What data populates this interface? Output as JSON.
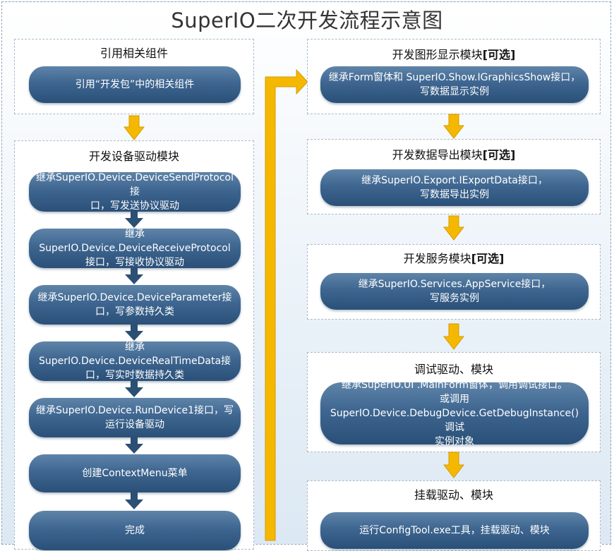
{
  "title": "SuperIO二次开发流程示意图",
  "left": {
    "ref_section": {
      "title": "引用相关组件",
      "step": "引用“开发包”中的相关组件"
    },
    "driver_section": {
      "title": "开发设备驱动模块",
      "steps": [
        {
          "line1": "继承SuperIO.Device.DeviceSendProtocol接",
          "line2": "口，写发送协议驱动"
        },
        {
          "line1": "继承SuperIO.Device.DeviceReceiveProtocol",
          "line2": "接口，写接收协议驱动"
        },
        {
          "line1": "继承SuperIO.Device.DeviceParameter接",
          "line2": "口，写参数持久类"
        },
        {
          "line1": "继承SuperIO.Device.DeviceRealTimeData接",
          "line2": "口，写实时数据持久类"
        },
        {
          "line1": "继承SuperIO.Device.RunDevice1接口，写",
          "line2": "运行设备驱动"
        },
        {
          "line1": "创建ContextMenu菜单",
          "line2": ""
        },
        {
          "line1": "完成",
          "line2": ""
        }
      ]
    }
  },
  "right": {
    "graphics_section": {
      "title": "开发图形显示模块",
      "optional": "[可选]",
      "line1": "继承Form窗体和 SuperIO.Show.IGraphicsShow接口，",
      "line2": "写数据显示实例"
    },
    "export_section": {
      "title": "开发数据导出模块",
      "optional": "[可选]",
      "line1": "继承SuperIO.Export.IExportData接口，",
      "line2": "写数据导出实例"
    },
    "service_section": {
      "title": "开发服务模块",
      "optional": "[可选]",
      "line1": "继承SuperIO.Services.AppService接口，",
      "line2": "写服务实例"
    },
    "debug_section": {
      "title": "调试驱动、模块",
      "line1": "继承SuperIO.UI .MainForm窗体，调用调试接口。",
      "line2": "或调用",
      "line3": "SuperIO.Device.DebugDevice.GetDebugInstance()调试",
      "line4": "实例对象"
    },
    "mount_section": {
      "title": "挂载驱动、模块",
      "line1": "运行ConfigTool.exe工具，挂载驱动、模块"
    }
  },
  "colors": {
    "pill_top": "#5f84a9",
    "pill_bottom": "#2a5078",
    "gold_arrow": "#f5b800",
    "navy_arrow": "#2c4f74"
  }
}
